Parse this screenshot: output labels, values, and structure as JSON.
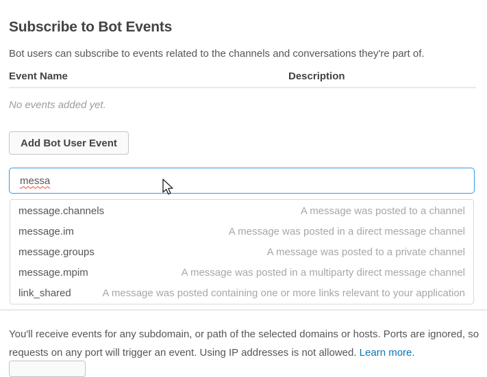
{
  "page": {
    "title": "Subscribe to Bot Events",
    "subtitle": "Bot users can subscribe to events related to the channels and conversations they're part of."
  },
  "events_table": {
    "columns": {
      "name": "Event Name",
      "description": "Description"
    },
    "empty_text": "No events added yet."
  },
  "actions": {
    "add_event_label": "Add Bot User Event"
  },
  "search": {
    "value": "messa"
  },
  "suggestions": [
    {
      "name": "message.channels",
      "description": "A message was posted to a channel"
    },
    {
      "name": "message.im",
      "description": "A message was posted in a direct message channel"
    },
    {
      "name": "message.groups",
      "description": "A message was posted to a private channel"
    },
    {
      "name": "message.mpim",
      "description": "A message was posted in a multiparty direct message channel"
    },
    {
      "name": "link_shared",
      "description": "A message was posted containing one or more links relevant to your application"
    }
  ],
  "footer": {
    "line1": "You'll receive events for any subdomain, or path of the selected domains or hosts. Ports are ignored, so",
    "line2": "requests on any port will trigger an event. Using IP addresses is not allowed. ",
    "link_label": "Learn more."
  },
  "colors": {
    "input_focus_blue": "#2d9ee0",
    "link_blue": "#0576b9",
    "heading_text": "#434245",
    "body_text": "#555459",
    "muted_text": "#9d9da3",
    "suggestion_desc_text": "#a7a7ab",
    "divider": "#e8e8e8",
    "button_border": "#c5c5c7",
    "spellcheck_red": "#f44336"
  }
}
